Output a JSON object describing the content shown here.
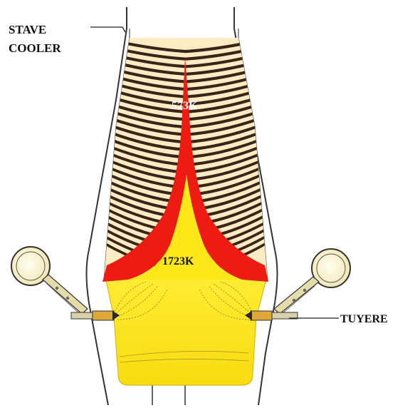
{
  "labels": {
    "stave_cooler": [
      "STAVE",
      "COOLER"
    ],
    "tuyere": "TUYERE"
  },
  "temperatures": {
    "upper": "573K",
    "lower": "1723K"
  },
  "colors": {
    "burden_layer_dark": "#2a1208",
    "burden_layer_light": "#fbecc4",
    "hot_zone": "#ee1b12",
    "hearth": "#ffe819",
    "furnace_wall": "#333333",
    "tuyere_metal": "#d8d0a8",
    "bustle_pipe": "#fff9dc"
  },
  "icons": {
    "tuyere_assembly": "bustle-pipe-with-tuyere-icon"
  }
}
